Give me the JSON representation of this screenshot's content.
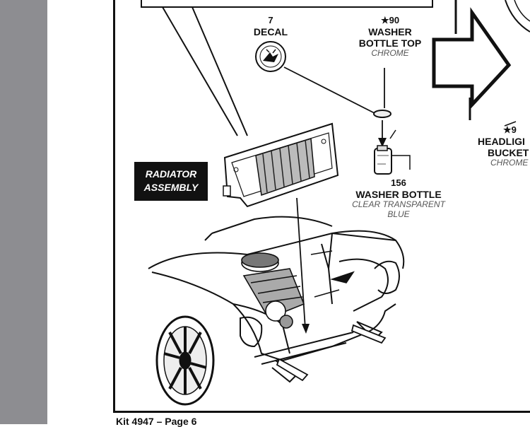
{
  "parts": {
    "decal": {
      "number": "7",
      "name": "DECAL"
    },
    "washer_top": {
      "number": "★90",
      "name_line1": "WASHER",
      "name_line2": "BOTTLE TOP",
      "finish": "CHROME"
    },
    "headlight": {
      "number": "★9",
      "name_line1": "HEADLIGI",
      "name_line2": "BUCKET",
      "finish": "CHROME"
    },
    "washer_bottle": {
      "number": "156",
      "name": "WASHER BOTTLE",
      "finish_line1": "CLEAR TRANSPARENT",
      "finish_line2": "BLUE"
    }
  },
  "radiator_label": {
    "line1": "RADIATOR",
    "line2": "ASSEMBLY"
  },
  "footer": "Kit 4947 – Page 6"
}
